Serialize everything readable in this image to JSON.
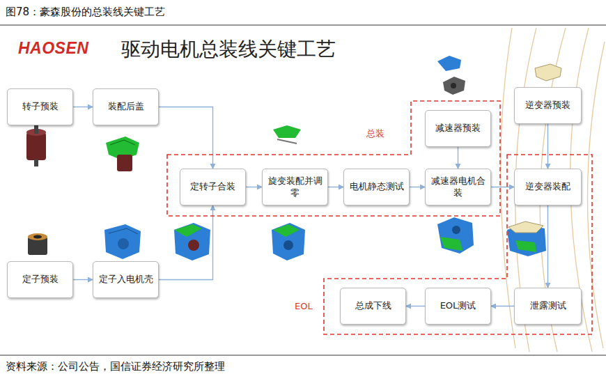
{
  "diagram": {
    "title": "图78：豪森股份的总装线关键工艺",
    "nodes": [
      {
        "text": [
          "转子预装"
        ]
      },
      {
        "text": [
          "装配后盖"
        ]
      },
      {
        "text": [
          "总装"
        ]
      },
      {
        "text": [
          "减速器预装"
        ],
        "in": 2
      },
      {
        "text": [
          "定转子合装"
        ],
        "in": 2
      },
      {
        "text": [
          "旋变装配并调零"
        ],
        "in": 2
      },
      {
        "text": [
          "电机静态测试"
        ],
        "in": 2
      },
      {
        "text": [
          "减速器电机合装"
        ],
        "in": 2
      },
      {
        "text": [
          "逆变器预装"
        ]
      },
      {
        "text": [
          "EOL"
        ]
      },
      {
        "text": [
          "逆变器装配"
        ],
        "in": 9
      },
      {
        "text": [
          "泄露测试"
        ],
        "in": 9
      },
      {
        "text": [
          "EOL测试"
        ],
        "in": 9
      },
      {
        "text": [
          "总成下线"
        ],
        "in": 9
      },
      {
        "text": [
          "定子预装"
        ]
      },
      {
        "text": [
          "定子入电机壳"
        ]
      }
    ],
    "edges": [
      {
        "from": 0,
        "to": 1,
        "arrow": "to"
      },
      {
        "from": 1,
        "to": 4,
        "arrow": "to"
      },
      {
        "from": 14,
        "to": 15,
        "arrow": "to"
      },
      {
        "from": 15,
        "to": 4,
        "arrow": "to"
      },
      {
        "from": 4,
        "to": 5,
        "arrow": "to"
      },
      {
        "from": 5,
        "to": 6,
        "arrow": "to"
      },
      {
        "from": 6,
        "to": 7,
        "arrow": "to"
      },
      {
        "from": 3,
        "to": 7,
        "arrow": "to"
      },
      {
        "from": 7,
        "to": 10,
        "arrow": "to"
      },
      {
        "from": 8,
        "to": 10,
        "arrow": "to"
      },
      {
        "from": 10,
        "to": 11,
        "arrow": "to"
      },
      {
        "from": 11,
        "to": 12,
        "arrow": "to"
      },
      {
        "from": 12,
        "to": 13,
        "arrow": "to"
      }
    ],
    "labels": [
      "HAOSEN",
      "驱动电机总装线关键工艺",
      "资料来源：公司公告，国信证券经济研究所整理"
    ]
  }
}
